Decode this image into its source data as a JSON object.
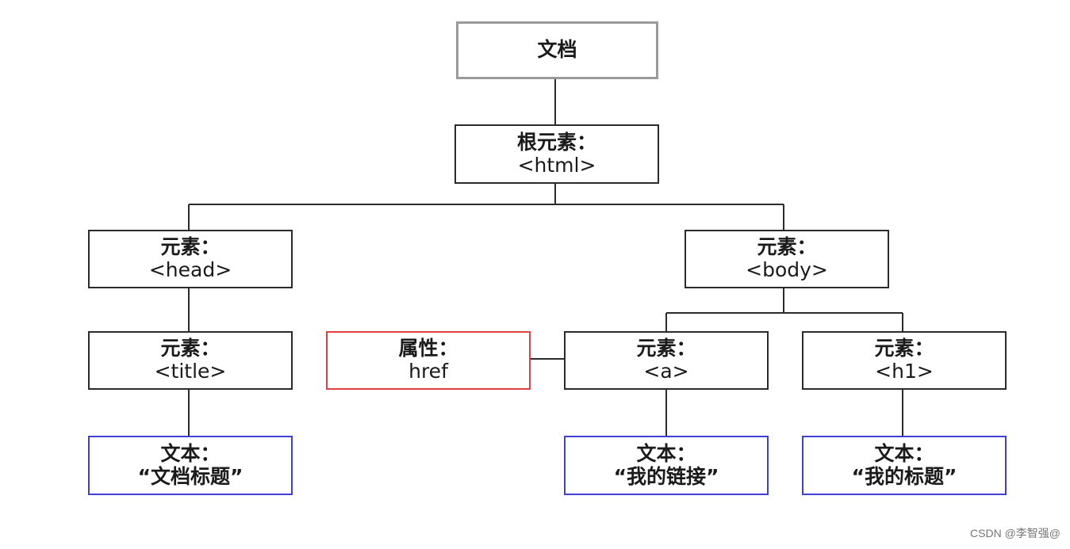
{
  "nodes": {
    "document": {
      "label": "文档"
    },
    "html": {
      "label": "根元素：",
      "tag": "<html>"
    },
    "head": {
      "label": "元素：",
      "tag": "<head>"
    },
    "body": {
      "label": "元素：",
      "tag": "<body>"
    },
    "title": {
      "label": "元素：",
      "tag": "<title>"
    },
    "href": {
      "label": "属性：",
      "tag": "href"
    },
    "a": {
      "label": "元素：",
      "tag": "<a>"
    },
    "h1": {
      "label": "元素：",
      "tag": "<h1>"
    },
    "text_title": {
      "label": "文本：",
      "tag": "“文档标题”"
    },
    "text_link": {
      "label": "文本：",
      "tag": "“我的链接”"
    },
    "text_heading": {
      "label": "文本：",
      "tag": "“我的标题”"
    }
  },
  "watermark": "CSDN @李智强@",
  "colors": {
    "box_border": "#2b2b2b",
    "document_border": "#9a9a9a",
    "attribute_border": "#e0403f",
    "text_node_border": "#3f3fd6",
    "connector": "#2b2b2b"
  }
}
